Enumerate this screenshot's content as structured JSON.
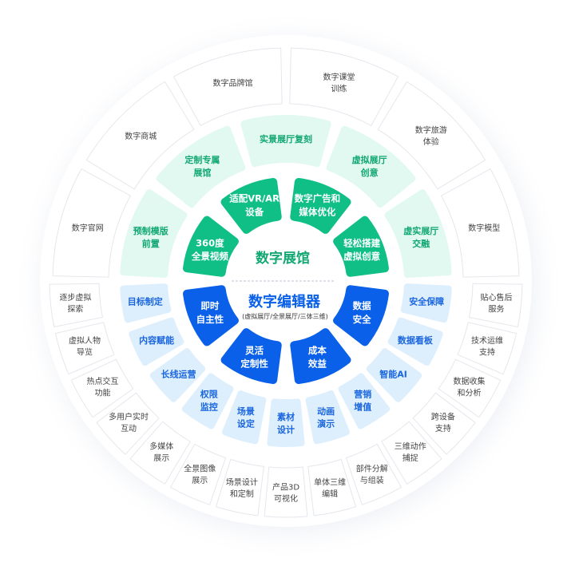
{
  "colors": {
    "green": "#10bf86",
    "green_light": "#e2f9f1",
    "green_text": "#13a873",
    "blue": "#0a60e8",
    "blue_light": "#ddeefd",
    "blue_text": "#1a66de",
    "outer_border": "#e4e7ec",
    "outer_text": "#444444"
  },
  "center": {
    "top_title": "数字展馆",
    "bottom_title": "数字编辑器",
    "bottom_subtitle": "(虚拟展厅/全景展厅/三体三维)"
  },
  "inner_top": [
    {
      "lines": [
        "360度",
        "全景视频"
      ]
    },
    {
      "lines": [
        "适配VR/AR",
        "设备"
      ]
    },
    {
      "lines": [
        "数字广告和",
        "媒体优化"
      ]
    },
    {
      "lines": [
        "轻松搭建",
        "虚拟创意"
      ]
    }
  ],
  "inner_bottom": [
    {
      "lines": [
        "即时",
        "自主性"
      ]
    },
    {
      "lines": [
        "灵活",
        "定制性"
      ]
    },
    {
      "lines": [
        "成本",
        "效益"
      ]
    },
    {
      "lines": [
        "数据",
        "安全"
      ]
    }
  ],
  "middle_top": [
    {
      "lines": [
        "预制模版",
        "前置"
      ]
    },
    {
      "lines": [
        "定制专属",
        "展馆"
      ]
    },
    {
      "lines": [
        "实景展厅复刻"
      ]
    },
    {
      "lines": [
        "虚拟展厅",
        "创意"
      ]
    },
    {
      "lines": [
        "虚实展厅",
        "交融"
      ]
    }
  ],
  "middle_bottom": [
    {
      "lines": [
        "目标制定"
      ]
    },
    {
      "lines": [
        "内容赋能"
      ]
    },
    {
      "lines": [
        "长线运营"
      ]
    },
    {
      "lines": [
        "权限",
        "监控"
      ]
    },
    {
      "lines": [
        "场景",
        "设定"
      ]
    },
    {
      "lines": [
        "素材",
        "设计"
      ]
    },
    {
      "lines": [
        "动画",
        "演示"
      ]
    },
    {
      "lines": [
        "营销",
        "增值"
      ]
    },
    {
      "lines": [
        "智能AI"
      ]
    },
    {
      "lines": [
        "数据看板"
      ]
    },
    {
      "lines": [
        "安全保障"
      ]
    }
  ],
  "outer_top": [
    {
      "lines": [
        "数字官网"
      ]
    },
    {
      "lines": [
        "数字商城"
      ]
    },
    {
      "lines": [
        "数字品牌馆"
      ]
    },
    {
      "lines": [
        "数字课堂",
        "训练"
      ]
    },
    {
      "lines": [
        "数字旅游",
        "体验"
      ]
    },
    {
      "lines": [
        "数字模型"
      ]
    }
  ],
  "outer_bottom": [
    {
      "lines": [
        "逐步虚拟",
        "探索"
      ]
    },
    {
      "lines": [
        "虚拟人物",
        "导览"
      ]
    },
    {
      "lines": [
        "热点交互",
        "功能"
      ]
    },
    {
      "lines": [
        "多用户实时",
        "互动"
      ]
    },
    {
      "lines": [
        "多媒体",
        "展示"
      ]
    },
    {
      "lines": [
        "全景图像",
        "展示"
      ]
    },
    {
      "lines": [
        "场景设计",
        "和定制"
      ]
    },
    {
      "lines": [
        "产品3D",
        "可视化"
      ]
    },
    {
      "lines": [
        "单体三维",
        "编辑"
      ]
    },
    {
      "lines": [
        "部件分解",
        "与组装"
      ]
    },
    {
      "lines": [
        "三维动作",
        "捕捉"
      ]
    },
    {
      "lines": [
        "跨设备",
        "支持"
      ]
    },
    {
      "lines": [
        "数据收集",
        "和分析"
      ]
    },
    {
      "lines": [
        "技术运维",
        "支持"
      ]
    },
    {
      "lines": [
        "贴心售后",
        "服务"
      ]
    }
  ]
}
